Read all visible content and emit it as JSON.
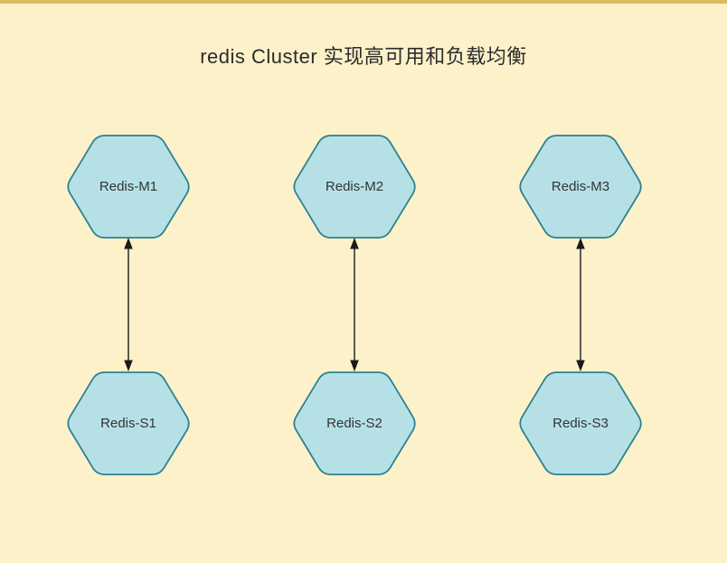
{
  "page": {
    "background_color": "#fdf1ca",
    "top_bar_color": "#d9ba5e"
  },
  "title": "redis Cluster 实现高可用和负载均衡",
  "diagram": {
    "node_shape": "hexagon",
    "node_fill_color": "#b5e1e6",
    "node_border_color": "#2e808f",
    "arrow_color": "#1a1a1a",
    "nodes": {
      "m1": {
        "label": "Redis-M1"
      },
      "m2": {
        "label": "Redis-M2"
      },
      "m3": {
        "label": "Redis-M3"
      },
      "s1": {
        "label": "Redis-S1"
      },
      "s2": {
        "label": "Redis-S2"
      },
      "s3": {
        "label": "Redis-S3"
      }
    },
    "edges": [
      {
        "from": "Redis-M1",
        "to": "Redis-S1",
        "direction": "bidirectional"
      },
      {
        "from": "Redis-M2",
        "to": "Redis-S2",
        "direction": "bidirectional"
      },
      {
        "from": "Redis-M3",
        "to": "Redis-S3",
        "direction": "bidirectional"
      }
    ]
  }
}
